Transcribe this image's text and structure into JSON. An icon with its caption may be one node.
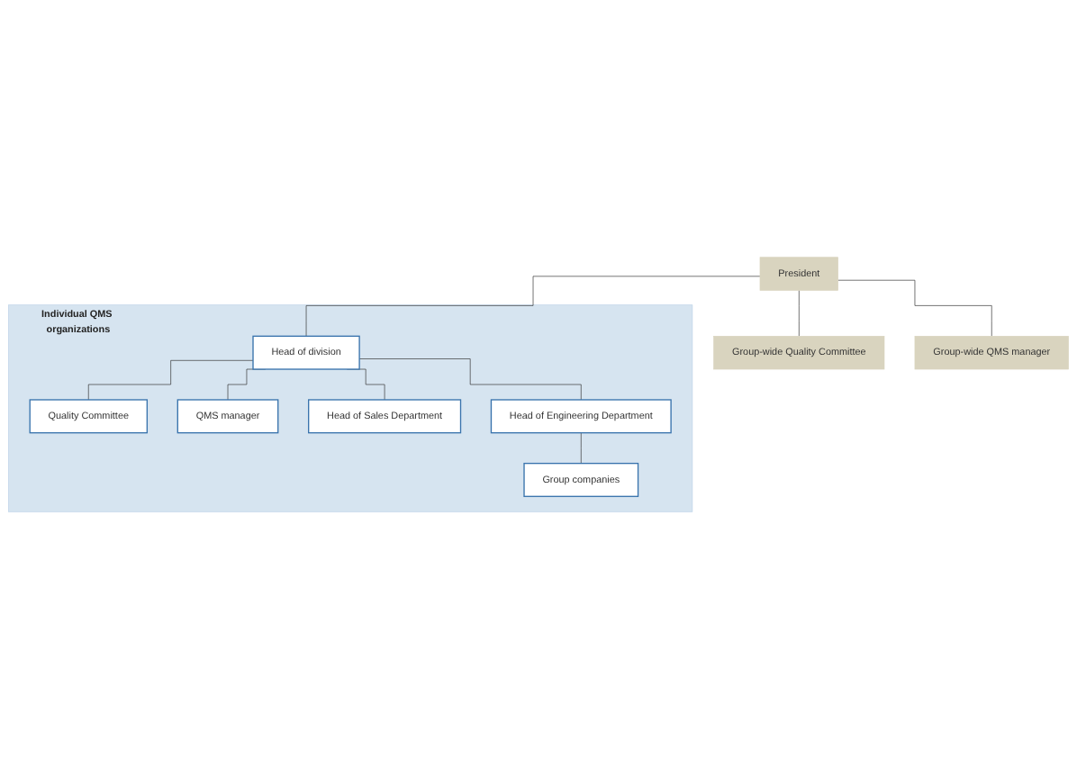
{
  "diagram": {
    "nodes": [
      {
        "text": [
          "President"
        ]
      },
      {
        "text": [
          "Group-wide Quality Committee"
        ]
      },
      {
        "text": [
          "Group-wide QMS manager"
        ]
      },
      {
        "text": [
          "Individual QMS organizations"
        ]
      },
      {
        "text": [
          "Head of division"
        ],
        "in": 3
      },
      {
        "text": [
          "Quality Committee"
        ],
        "in": 3
      },
      {
        "text": [
          "QMS manager"
        ],
        "in": 3
      },
      {
        "text": [
          "Head of Sales Department"
        ],
        "in": 3
      },
      {
        "text": [
          "Head of Engineering Department"
        ],
        "in": 3
      },
      {
        "text": [
          "Group companies"
        ],
        "in": 3
      }
    ],
    "edges": [
      {
        "from": 0,
        "to": 1,
        "arrow": "none"
      },
      {
        "from": 0,
        "to": 2,
        "arrow": "none"
      },
      {
        "from": 0,
        "to": 4,
        "arrow": "none"
      },
      {
        "from": 4,
        "to": 5,
        "arrow": "none"
      },
      {
        "from": 4,
        "to": 6,
        "arrow": "none"
      },
      {
        "from": 4,
        "to": 7,
        "arrow": "none"
      },
      {
        "from": 4,
        "to": 8,
        "arrow": "none"
      },
      {
        "from": 8,
        "to": 9,
        "arrow": "none"
      }
    ]
  }
}
